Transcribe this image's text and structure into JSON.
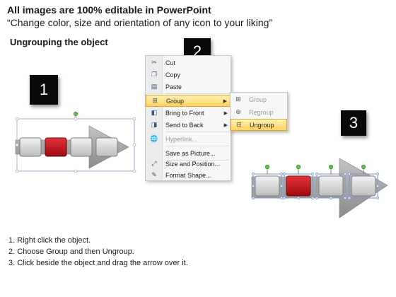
{
  "header": {
    "title": "All images are 100% editable in PowerPoint",
    "subtitle": "“Change color, size and orientation of any icon to your liking”",
    "section_title": "Ungrouping the object"
  },
  "steps": {
    "one": "1",
    "two": "2",
    "three": "3"
  },
  "context_menu": {
    "items": [
      {
        "label": "Cut",
        "icon": "scissors-icon",
        "disabled": false
      },
      {
        "label": "Copy",
        "icon": "copy-icon",
        "disabled": false
      },
      {
        "label": "Paste",
        "icon": "paste-icon",
        "disabled": false
      },
      {
        "label": "Group",
        "icon": "group-icon",
        "disabled": false,
        "submenu": true,
        "highlighted": true
      },
      {
        "label": "Bring to Front",
        "icon": "bring-to-front-icon",
        "disabled": false,
        "submenu": true
      },
      {
        "label": "Send to Back",
        "icon": "send-to-back-icon",
        "disabled": false,
        "submenu": true
      },
      {
        "label": "Hyperlink...",
        "icon": "hyperlink-icon",
        "disabled": true
      },
      {
        "label": "Save as Picture...",
        "icon": "",
        "disabled": false
      },
      {
        "label": "Size and Position...",
        "icon": "size-position-icon",
        "disabled": false
      },
      {
        "label": "Format Shape...",
        "icon": "format-shape-icon",
        "disabled": false
      }
    ]
  },
  "group_submenu": {
    "items": [
      {
        "label": "Group",
        "icon": "group-icon",
        "disabled": true
      },
      {
        "label": "Regroup",
        "icon": "regroup-icon",
        "disabled": true
      },
      {
        "label": "Ungroup",
        "icon": "ungroup-icon",
        "disabled": false,
        "highlighted": true
      }
    ]
  },
  "instructions": [
    "1.   Right click the object.",
    "2.   Choose Group and then Ungroup.",
    "3.   Click beside the object and drag the arrow over it."
  ],
  "colors": {
    "arrow_gray": "#9e9e9e",
    "box_gray": "#d6d6d6",
    "box_red": "#c8121a",
    "handle_green": "#5cc04a",
    "selection_blue": "#7a97c9",
    "menu_highlight": "#ffd25a"
  }
}
